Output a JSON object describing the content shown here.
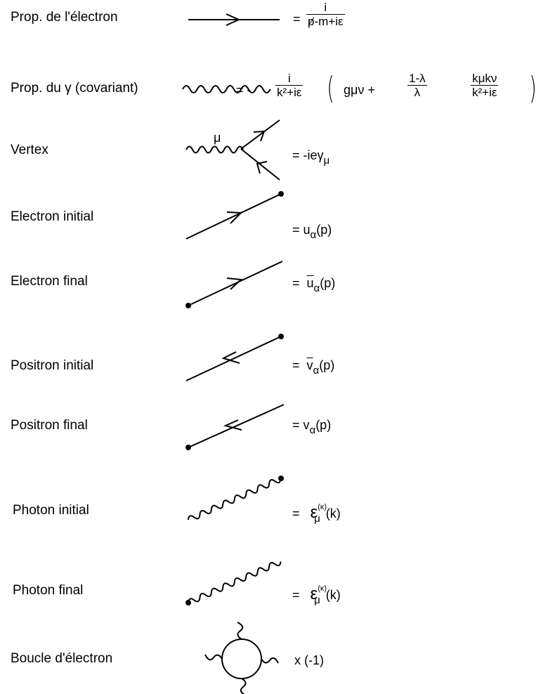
{
  "rows": [
    {
      "label": "Prop. de l'électron",
      "num": "i",
      "den_slash": "p",
      "den_rest": "-m+iε"
    },
    {
      "label": "Prop. du γ (covariant)",
      "minus": "= -",
      "num": "i",
      "den": "k²+iε",
      "g": "gμν +",
      "f2num": "1-λ",
      "f2den": "λ",
      "f3num": "kμkν",
      "f3den": "k²+iε"
    },
    {
      "label": "Vertex",
      "mu": "μ",
      "rhs_pre": "= -ieγ",
      "rhs_sub": "μ"
    },
    {
      "label": "Electron initial",
      "rhs_pre": "=  u",
      "rhs_sub": "α",
      "rhs_post": "(p)"
    },
    {
      "label": "Electron final",
      "rhs_eq": "=",
      "rhs_bar": "u",
      "rhs_sub": "α",
      "rhs_post": "(p)"
    },
    {
      "label": "Positron initial",
      "rhs_eq": "=",
      "rhs_bar": "v",
      "rhs_sub": "α",
      "rhs_post": "(p)"
    },
    {
      "label": "Positron final",
      "rhs_pre": "=  v",
      "rhs_sub": "α",
      "rhs_post": "(p)"
    },
    {
      "label": "Photon initial",
      "rhs_eq": "=",
      "rhs_eps": "ε",
      "rhs_sup": "(κ)",
      "rhs_sub": "μ",
      "rhs_post": "(k)"
    },
    {
      "label": "Photon final",
      "rhs_eq": "=",
      "rhs_eps": "ε",
      "rhs_sup": "(κ)",
      "rhs_sub": "μ",
      "rhs_post": "(k)"
    },
    {
      "label": "Boucle d'électron",
      "rhs": "x  (-1)"
    }
  ],
  "eq_sign": "="
}
